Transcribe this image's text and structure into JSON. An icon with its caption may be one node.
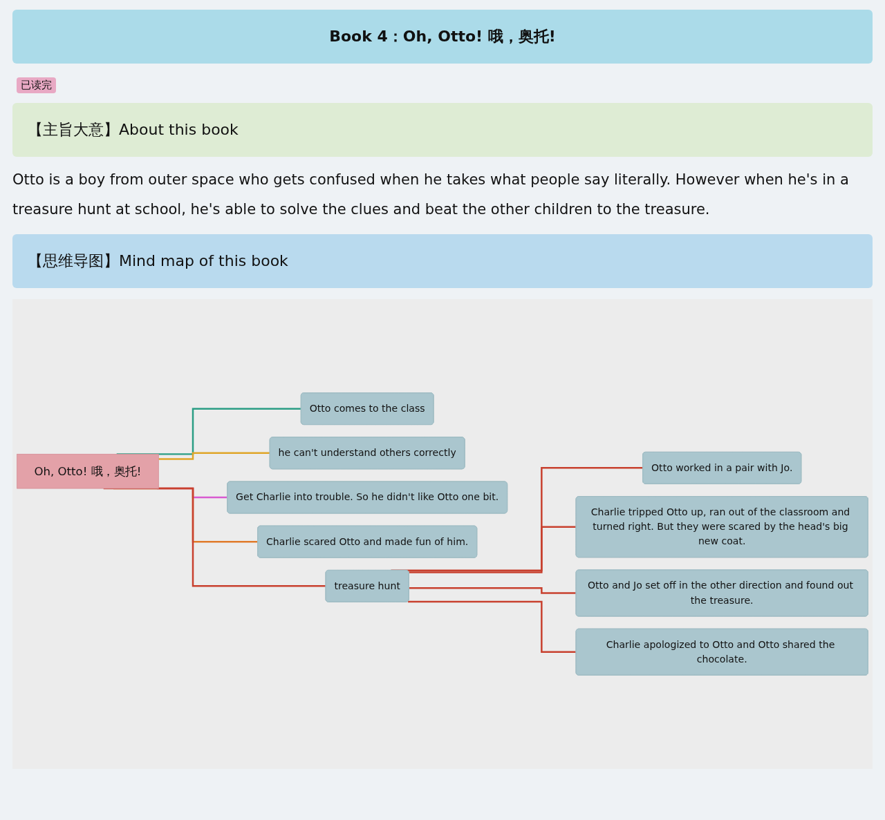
{
  "diagram": {
    "title": "Book 4：Oh, Otto! 哦，奥托!",
    "nodes": [
      {
        "text": [
          "Oh, Otto! 哦，奥托!"
        ]
      },
      {
        "text": [
          "Otto comes to the class"
        ]
      },
      {
        "text": [
          "he can't understand others correctly"
        ]
      },
      {
        "text": [
          "Get Charlie into trouble. So he didn't like Otto one bit."
        ]
      },
      {
        "text": [
          "Charlie scared Otto and made fun of him."
        ]
      },
      {
        "text": [
          "treasure hunt"
        ]
      },
      {
        "text": [
          "Otto worked in a pair with Jo."
        ]
      },
      {
        "text": [
          "Charlie tripped Otto up, ran out of the classroom and turned right. But they were scared by the head's big new coat."
        ]
      },
      {
        "text": [
          "Otto and Jo set off in the other direction and found out the treasure."
        ]
      },
      {
        "text": [
          "Charlie apologized to Otto and Otto shared the chocolate."
        ]
      }
    ],
    "edges": [
      {
        "from": 0,
        "to": 1,
        "arrow": "none",
        "color": "#2a9d84"
      },
      {
        "from": 0,
        "to": 2,
        "arrow": "none",
        "color": "#e0a528"
      },
      {
        "from": 0,
        "to": 3,
        "arrow": "none",
        "color": "#d85ad0"
      },
      {
        "from": 0,
        "to": 4,
        "arrow": "none",
        "color": "#e07a2a"
      },
      {
        "from": 0,
        "to": 5,
        "arrow": "none"
      },
      {
        "from": 5,
        "to": 6,
        "arrow": "none"
      },
      {
        "from": 5,
        "to": 7,
        "arrow": "none"
      },
      {
        "from": 5,
        "to": 8,
        "arrow": "none"
      },
      {
        "from": 5,
        "to": 9,
        "arrow": "none"
      }
    ],
    "labels": [
      "已读完",
      "【主旨大意】About this book",
      "Otto is a boy from outer space who gets confused when he takes what people say literally. However when he's in a treasure hunt at school, he's able to solve the clues and beat the other children to the treasure.",
      "【思维导图】Mind map of this book"
    ]
  }
}
